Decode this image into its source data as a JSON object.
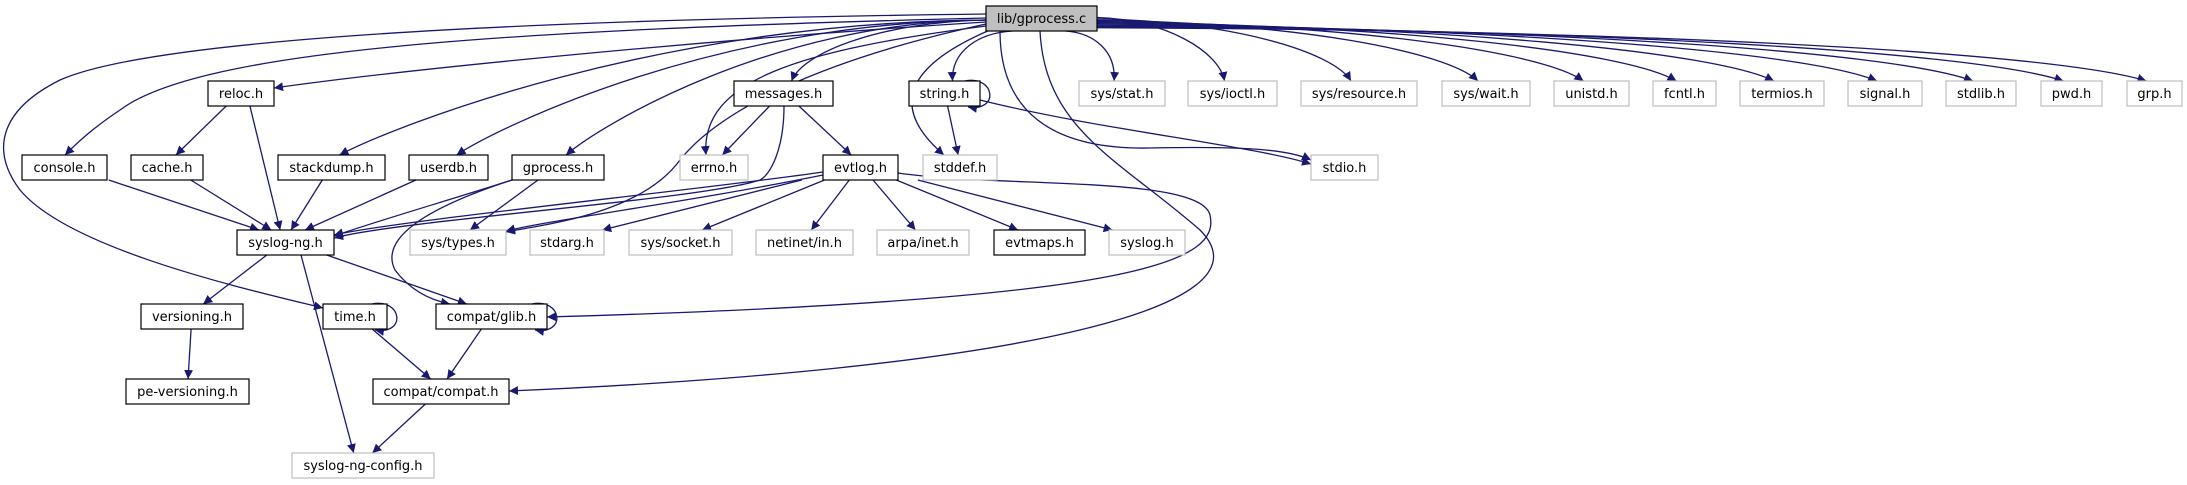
{
  "diagram": {
    "type": "include-dependency-graph",
    "colors": {
      "edge": "#191970",
      "documented_border": "#000000",
      "undocumented_border": "#bfbfbf",
      "root_fill": "#bfbfbf"
    },
    "nodes": [
      {
        "id": "root",
        "label": "lib/gprocess.c",
        "kind": "root"
      },
      {
        "id": "reloc",
        "label": "reloc.h",
        "kind": "doc"
      },
      {
        "id": "console",
        "label": "console.h",
        "kind": "doc"
      },
      {
        "id": "cache",
        "label": "cache.h",
        "kind": "doc"
      },
      {
        "id": "stackdump",
        "label": "stackdump.h",
        "kind": "doc"
      },
      {
        "id": "userdb",
        "label": "userdb.h",
        "kind": "doc"
      },
      {
        "id": "gprocessh",
        "label": "gprocess.h",
        "kind": "doc"
      },
      {
        "id": "errno",
        "label": "errno.h",
        "kind": "undoc"
      },
      {
        "id": "messages",
        "label": "messages.h",
        "kind": "doc"
      },
      {
        "id": "string",
        "label": "string.h",
        "kind": "doc"
      },
      {
        "id": "stddef",
        "label": "stddef.h",
        "kind": "undoc"
      },
      {
        "id": "stdio",
        "label": "stdio.h",
        "kind": "undoc"
      },
      {
        "id": "sysstat",
        "label": "sys/stat.h",
        "kind": "undoc"
      },
      {
        "id": "sysioctl",
        "label": "sys/ioctl.h",
        "kind": "undoc"
      },
      {
        "id": "sysresource",
        "label": "sys/resource.h",
        "kind": "undoc"
      },
      {
        "id": "syswait",
        "label": "sys/wait.h",
        "kind": "undoc"
      },
      {
        "id": "unistd",
        "label": "unistd.h",
        "kind": "undoc"
      },
      {
        "id": "fcntl",
        "label": "fcntl.h",
        "kind": "undoc"
      },
      {
        "id": "termios",
        "label": "termios.h",
        "kind": "undoc"
      },
      {
        "id": "signal",
        "label": "signal.h",
        "kind": "undoc"
      },
      {
        "id": "stdlib",
        "label": "stdlib.h",
        "kind": "undoc"
      },
      {
        "id": "pwd",
        "label": "pwd.h",
        "kind": "undoc"
      },
      {
        "id": "grp",
        "label": "grp.h",
        "kind": "undoc"
      },
      {
        "id": "syslogng",
        "label": "syslog-ng.h",
        "kind": "doc"
      },
      {
        "id": "systypes",
        "label": "sys/types.h",
        "kind": "undoc"
      },
      {
        "id": "stdarg",
        "label": "stdarg.h",
        "kind": "undoc"
      },
      {
        "id": "syssocket",
        "label": "sys/socket.h",
        "kind": "undoc"
      },
      {
        "id": "evtlog",
        "label": "evtlog.h",
        "kind": "doc"
      },
      {
        "id": "netinet",
        "label": "netinet/in.h",
        "kind": "undoc"
      },
      {
        "id": "arpa",
        "label": "arpa/inet.h",
        "kind": "undoc"
      },
      {
        "id": "evtmaps",
        "label": "evtmaps.h",
        "kind": "doc"
      },
      {
        "id": "syslog",
        "label": "syslog.h",
        "kind": "undoc"
      },
      {
        "id": "versioning",
        "label": "versioning.h",
        "kind": "doc"
      },
      {
        "id": "time",
        "label": "time.h",
        "kind": "doc"
      },
      {
        "id": "glib",
        "label": "compat/glib.h",
        "kind": "doc"
      },
      {
        "id": "peversioning",
        "label": "pe-versioning.h",
        "kind": "doc"
      },
      {
        "id": "compat",
        "label": "compat/compat.h",
        "kind": "doc"
      },
      {
        "id": "config",
        "label": "syslog-ng-config.h",
        "kind": "undoc"
      }
    ],
    "edges": [
      [
        "root",
        "reloc"
      ],
      [
        "root",
        "console"
      ],
      [
        "root",
        "time"
      ],
      [
        "root",
        "stackdump"
      ],
      [
        "root",
        "userdb"
      ],
      [
        "root",
        "gprocessh"
      ],
      [
        "root",
        "systypes"
      ],
      [
        "root",
        "errno"
      ],
      [
        "root",
        "messages"
      ],
      [
        "root",
        "stddef"
      ],
      [
        "root",
        "string"
      ],
      [
        "root",
        "stdio"
      ],
      [
        "root",
        "compat"
      ],
      [
        "root",
        "sysstat"
      ],
      [
        "root",
        "sysioctl"
      ],
      [
        "root",
        "sysresource"
      ],
      [
        "root",
        "syswait"
      ],
      [
        "root",
        "unistd"
      ],
      [
        "root",
        "fcntl"
      ],
      [
        "root",
        "termios"
      ],
      [
        "root",
        "signal"
      ],
      [
        "root",
        "stdlib"
      ],
      [
        "root",
        "pwd"
      ],
      [
        "root",
        "grp"
      ],
      [
        "reloc",
        "cache"
      ],
      [
        "reloc",
        "syslogng"
      ],
      [
        "console",
        "syslogng"
      ],
      [
        "cache",
        "syslogng"
      ],
      [
        "stackdump",
        "syslogng"
      ],
      [
        "userdb",
        "syslogng"
      ],
      [
        "gprocessh",
        "syslogng"
      ],
      [
        "gprocessh",
        "systypes"
      ],
      [
        "gprocessh",
        "glib"
      ],
      [
        "messages",
        "syslogng"
      ],
      [
        "messages",
        "errno"
      ],
      [
        "messages",
        "evtlog"
      ],
      [
        "string",
        "string"
      ],
      [
        "string",
        "stddef"
      ],
      [
        "string",
        "stdio"
      ],
      [
        "evtlog",
        "syslogng"
      ],
      [
        "evtlog",
        "systypes"
      ],
      [
        "evtlog",
        "stdarg"
      ],
      [
        "evtlog",
        "syssocket"
      ],
      [
        "evtlog",
        "netinet"
      ],
      [
        "evtlog",
        "arpa"
      ],
      [
        "evtlog",
        "evtmaps"
      ],
      [
        "evtlog",
        "syslog"
      ],
      [
        "evtlog",
        "glib"
      ],
      [
        "syslogng",
        "versioning"
      ],
      [
        "syslogng",
        "glib"
      ],
      [
        "syslogng",
        "config"
      ],
      [
        "versioning",
        "peversioning"
      ],
      [
        "time",
        "time"
      ],
      [
        "time",
        "compat"
      ],
      [
        "glib",
        "glib"
      ],
      [
        "glib",
        "compat"
      ],
      [
        "compat",
        "config"
      ]
    ]
  }
}
